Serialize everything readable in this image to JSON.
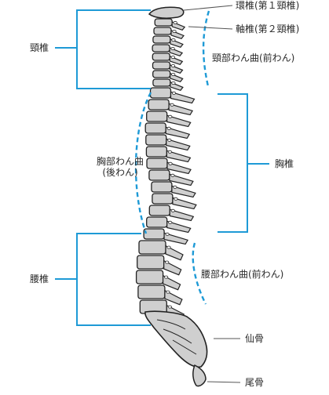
{
  "labels": {
    "atlas": "環椎(第１頸椎)",
    "axis": "軸椎(第２頸椎)",
    "cervical_curve": "頸部わん曲(前わん)",
    "cervical": "頸椎",
    "thoracic_curve_line1": "胸部わん曲",
    "thoracic_curve_line2": "(後わん)",
    "thoracic": "胸椎",
    "lumbar_curve": "腰部わん曲(前わん)",
    "lumbar": "腰椎",
    "sacrum": "仙骨",
    "coccyx": "尾骨"
  },
  "colors": {
    "bracket": "#1e9ad6",
    "bone_fill": "#cfcfcf",
    "bone_stroke": "#222222",
    "leader": "#555555"
  }
}
